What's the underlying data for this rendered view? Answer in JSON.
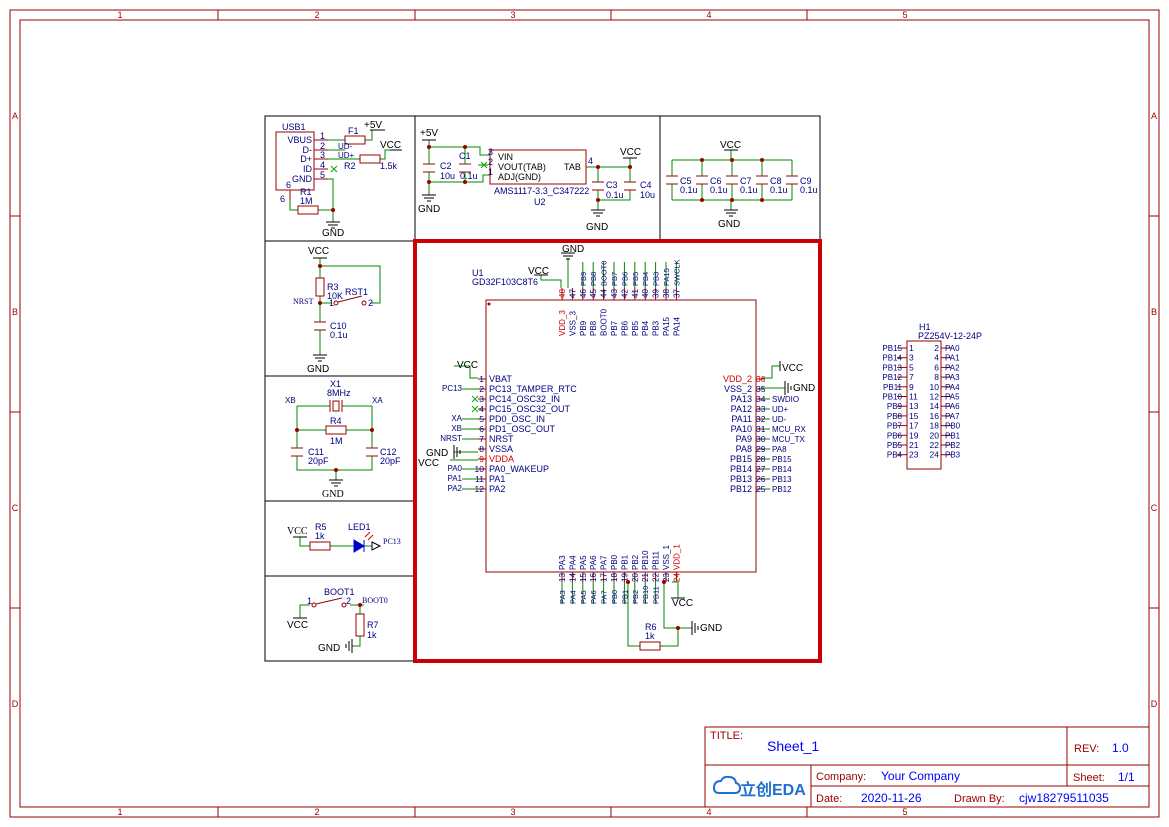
{
  "frame": {
    "columns": [
      "1",
      "2",
      "3",
      "4",
      "5"
    ],
    "rows": [
      "A",
      "B",
      "C",
      "D"
    ]
  },
  "title_block": {
    "title_label": "TITLE:",
    "title": "Sheet_1",
    "rev_label": "REV:",
    "rev": "1.0",
    "company_label": "Company:",
    "company": "Your Company",
    "sheet_label": "Sheet:",
    "sheet": "1/1",
    "date_label": "Date:",
    "date": "2020-11-26",
    "drawn_label": "Drawn By:",
    "drawn_by": "cjw18279511035",
    "logo": "立创EDA"
  },
  "usb": {
    "ref": "USB1",
    "pins": [
      "VBUS",
      "D-",
      "D+",
      "ID",
      "GND"
    ],
    "pin_nums": [
      "1",
      "2",
      "3",
      "4",
      "5",
      "6",
      "6"
    ],
    "f1": "F1",
    "r2": "R2",
    "r2_val": "1.5k",
    "r1": "R1",
    "r1_val": "1M",
    "ud_minus": "UD-",
    "ud_plus": "UD+",
    "p5v": "+5V",
    "vcc": "VCC",
    "gnd": "GND"
  },
  "ldo": {
    "p5v": "+5V",
    "c2": "C2",
    "c2_val": "10u",
    "c1": "C1",
    "c1_val": "0.1u",
    "pins": [
      "VIN",
      "VOUT(TAB)",
      "ADJ(GND)"
    ],
    "pin_nums": [
      "3",
      "2",
      "1",
      "4"
    ],
    "tab": "TAB",
    "part": "AMS1117-3.3_C347222",
    "ref": "U2",
    "c3": "C3",
    "c3_val": "0.1u",
    "c4": "C4",
    "c4_val": "10u",
    "vcc": "VCC",
    "gnd": "GND",
    "gnd2": "GND"
  },
  "decoupling": {
    "vcc": "VCC",
    "caps": [
      "C5",
      "C6",
      "C7",
      "C8",
      "C9"
    ],
    "values": [
      "0.1u",
      "0.1u",
      "0.1u",
      "0.1u",
      "0.1u"
    ],
    "gnd": "GND"
  },
  "reset": {
    "vcc": "VCC",
    "r3": "R3",
    "r3_val": "10K",
    "sw": "RST1",
    "sw_pins": [
      "1",
      "2"
    ],
    "nrst": "NRST",
    "c10": "C10",
    "c10_val": "0.1u",
    "gnd": "GND"
  },
  "crystal": {
    "ref": "X1",
    "val": "8MHz",
    "xb": "XB",
    "xa": "XA",
    "r4": "R4",
    "r4_val": "1M",
    "c11": "C11",
    "c11_val": "20pF",
    "c12": "C12",
    "c12_val": "20pF",
    "gnd": "GND"
  },
  "led": {
    "vcc": "VCC",
    "r5": "R5",
    "r5_val": "1k",
    "ref": "LED1",
    "net": "PC13"
  },
  "boot": {
    "ref": "BOOT1",
    "pins": [
      "1",
      "2"
    ],
    "net": "BOOT0",
    "vcc": "VCC",
    "r7": "R7",
    "r7_val": "1k",
    "gnd": "GND"
  },
  "mcu": {
    "ref": "U1",
    "part": "GD32F103C8T6",
    "vcc_top": "VCC",
    "gnd_top": "GND",
    "top_pins": [
      {
        "num": "48",
        "name": "VDD_3",
        "net": "",
        "red": true
      },
      {
        "num": "47",
        "name": "VSS_3",
        "net": ""
      },
      {
        "num": "46",
        "name": "PB9",
        "net": "PB9"
      },
      {
        "num": "45",
        "name": "PB8",
        "net": "PB8"
      },
      {
        "num": "44",
        "name": "BOOT0",
        "net": "BOOT0"
      },
      {
        "num": "43",
        "name": "PB7",
        "net": "PB7"
      },
      {
        "num": "42",
        "name": "PB6",
        "net": "PB6"
      },
      {
        "num": "41",
        "name": "PB5",
        "net": "PB5"
      },
      {
        "num": "40",
        "name": "PB4",
        "net": "PB4"
      },
      {
        "num": "39",
        "name": "PB3",
        "net": "PB3"
      },
      {
        "num": "38",
        "name": "PA15",
        "net": "PA15"
      },
      {
        "num": "37",
        "name": "PA14",
        "net": "SWCLK"
      }
    ],
    "left_pins": [
      {
        "num": "1",
        "name": "VBAT",
        "net": ""
      },
      {
        "num": "2",
        "name": "PC13_TAMPER_RTC",
        "net": "PC13"
      },
      {
        "num": "3",
        "name": "PC14_OSC32_IN",
        "net": ""
      },
      {
        "num": "4",
        "name": "PC15_OSC32_OUT",
        "net": ""
      },
      {
        "num": "5",
        "name": "PD0_OSC_IN",
        "net": "XA"
      },
      {
        "num": "6",
        "name": "PD1_OSC_OUT",
        "net": "XB"
      },
      {
        "num": "7",
        "name": "NRST",
        "net": "NRST"
      },
      {
        "num": "8",
        "name": "VSSA",
        "net": ""
      },
      {
        "num": "9",
        "name": "VDDA",
        "net": "",
        "red": true
      },
      {
        "num": "10",
        "name": "PA0_WAKEUP",
        "net": "PA0"
      },
      {
        "num": "11",
        "name": "PA1",
        "net": "PA1"
      },
      {
        "num": "12",
        "name": "PA2",
        "net": "PA2"
      }
    ],
    "left_vcc": "VCC",
    "left_gnd": "GND",
    "left_vcc2": "VCC",
    "right_pins": [
      {
        "num": "36",
        "name": "VDD_2",
        "net": "",
        "red": true
      },
      {
        "num": "35",
        "name": "VSS_2",
        "net": ""
      },
      {
        "num": "34",
        "name": "PA13",
        "net": "SWDIO"
      },
      {
        "num": "33",
        "name": "PA12",
        "net": "UD+"
      },
      {
        "num": "32",
        "name": "PA11",
        "net": "UD-"
      },
      {
        "num": "31",
        "name": "PA10",
        "net": "MCU_RX"
      },
      {
        "num": "30",
        "name": "PA9",
        "net": "MCU_TX"
      },
      {
        "num": "29",
        "name": "PA8",
        "net": "PA8"
      },
      {
        "num": "28",
        "name": "PB15",
        "net": "PB15"
      },
      {
        "num": "27",
        "name": "PB14",
        "net": "PB14"
      },
      {
        "num": "26",
        "name": "PB13",
        "net": "PB13"
      },
      {
        "num": "25",
        "name": "PB12",
        "net": "PB12"
      }
    ],
    "right_vcc": "VCC",
    "right_gnd": "GND",
    "bottom_pins": [
      {
        "num": "13",
        "name": "PA3",
        "net": "PA3"
      },
      {
        "num": "14",
        "name": "PA4",
        "net": "PA4"
      },
      {
        "num": "15",
        "name": "PA5",
        "net": "PA5"
      },
      {
        "num": "16",
        "name": "PA6",
        "net": "PA6"
      },
      {
        "num": "17",
        "name": "PA7",
        "net": "PA7"
      },
      {
        "num": "18",
        "name": "PB0",
        "net": "PB0"
      },
      {
        "num": "19",
        "name": "PB1",
        "net": "PB1"
      },
      {
        "num": "20",
        "name": "PB2",
        "net": "PB2"
      },
      {
        "num": "21",
        "name": "PB10",
        "net": "PB10"
      },
      {
        "num": "22",
        "name": "PB11",
        "net": "PB11"
      },
      {
        "num": "23",
        "name": "VSS_1",
        "net": ""
      },
      {
        "num": "24",
        "name": "VDD_1",
        "net": "",
        "red": true
      }
    ],
    "bottom_vcc": "VCC",
    "r6": "R6",
    "r6_val": "1k",
    "bottom_gnd": "GND"
  },
  "header": {
    "ref": "H1",
    "part": "PZ254V-12-24P",
    "rows": [
      {
        "l": "PB15",
        "a": "1",
        "b": "2",
        "r": "PA0"
      },
      {
        "l": "PB14",
        "a": "3",
        "b": "4",
        "r": "PA1"
      },
      {
        "l": "PB13",
        "a": "5",
        "b": "6",
        "r": "PA2"
      },
      {
        "l": "PB12",
        "a": "7",
        "b": "8",
        "r": "PA3"
      },
      {
        "l": "PB11",
        "a": "9",
        "b": "10",
        "r": "PA4"
      },
      {
        "l": "PB10",
        "a": "11",
        "b": "12",
        "r": "PA5"
      },
      {
        "l": "PB9",
        "a": "13",
        "b": "14",
        "r": "PA6"
      },
      {
        "l": "PB8",
        "a": "15",
        "b": "16",
        "r": "PA7"
      },
      {
        "l": "PB7",
        "a": "17",
        "b": "18",
        "r": "PB0"
      },
      {
        "l": "PB6",
        "a": "19",
        "b": "20",
        "r": "PB1"
      },
      {
        "l": "PB5",
        "a": "21",
        "b": "22",
        "r": "PB2"
      },
      {
        "l": "PB4",
        "a": "23",
        "b": "24",
        "r": "PB3"
      }
    ]
  }
}
